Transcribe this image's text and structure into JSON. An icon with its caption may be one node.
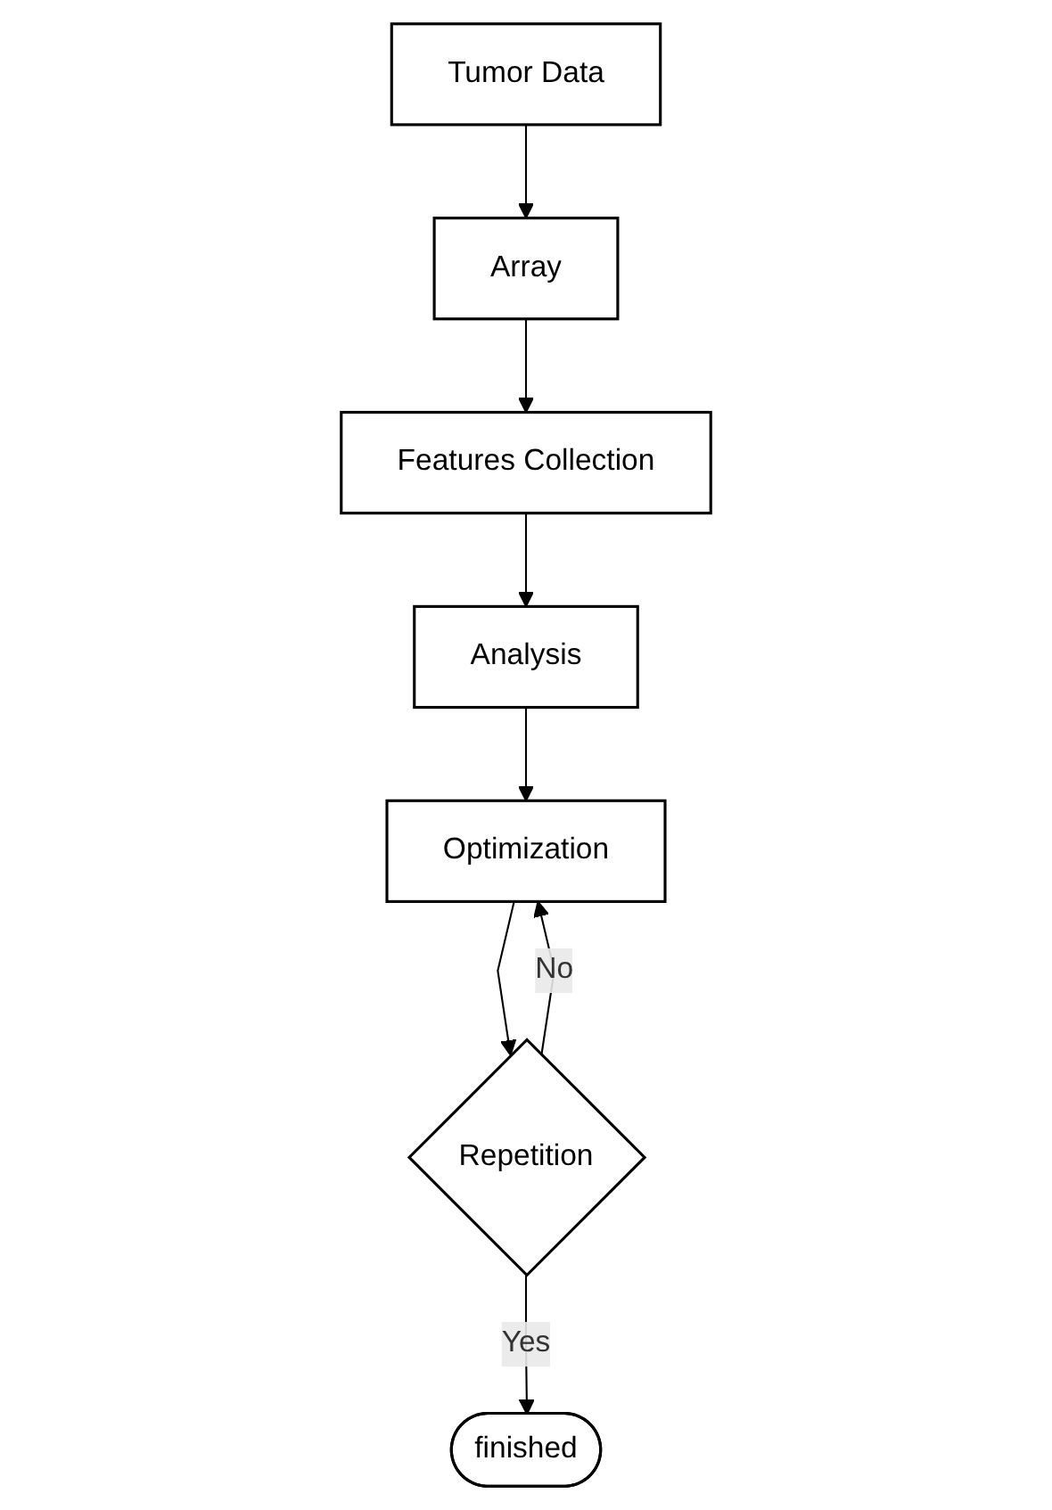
{
  "diagram": {
    "nodes": [
      {
        "text": [
          "Tumor Data"
        ]
      },
      {
        "text": [
          "Array"
        ]
      },
      {
        "text": [
          "Features Collection"
        ]
      },
      {
        "text": [
          "Analysis"
        ]
      },
      {
        "text": [
          "Optimization"
        ]
      },
      {
        "text": [
          "Repetition"
        ]
      },
      {
        "text": [
          "finished"
        ]
      }
    ],
    "edges": [
      {
        "from": 0,
        "to": 1,
        "arrow": "to"
      },
      {
        "from": 1,
        "to": 2,
        "arrow": "to"
      },
      {
        "from": 2,
        "to": 3,
        "arrow": "to"
      },
      {
        "from": 3,
        "to": 4,
        "arrow": "to"
      },
      {
        "from": 4,
        "to": 5,
        "arrow": "to"
      },
      {
        "from": 5,
        "to": 4,
        "arrow": "to",
        "label": "No"
      },
      {
        "from": 5,
        "to": 6,
        "arrow": "to",
        "label": "Yes"
      }
    ]
  }
}
